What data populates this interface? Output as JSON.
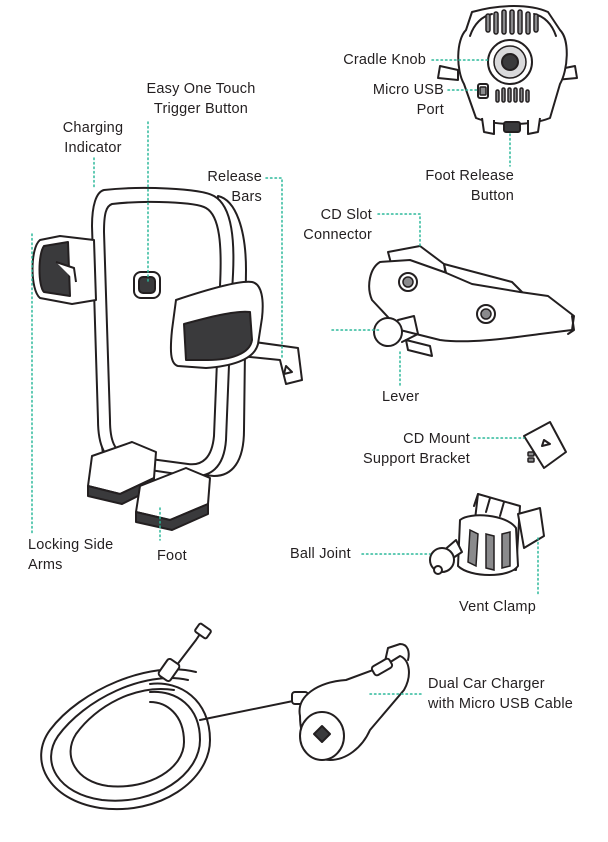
{
  "colors": {
    "line": "#231f20",
    "leader": "#2bb89a",
    "fill_dark": "#3a3a3c",
    "fill_mid": "#8a8a8c",
    "fill_light": "#d9d9db",
    "background": "#ffffff"
  },
  "labels": {
    "cradle_knob": "Cradle Knob",
    "micro_usb_port": [
      "Micro USB",
      "Port"
    ],
    "easy_one_touch": [
      "Easy One Touch",
      "Trigger Button"
    ],
    "charging_indicator": [
      "Charging",
      "Indicator"
    ],
    "release_bars": [
      "Release",
      "Bars"
    ],
    "foot_release_button": [
      "Foot Release",
      "Button"
    ],
    "cd_slot_connector": [
      "CD Slot",
      "Connector"
    ],
    "lever": "Lever",
    "cd_mount_support_bracket": [
      "CD Mount",
      "Support Bracket"
    ],
    "locking_side_arms": [
      "Locking Side",
      "Arms"
    ],
    "foot": "Foot",
    "ball_joint": "Ball Joint",
    "vent_clamp": "Vent Clamp",
    "dual_car_charger": [
      "Dual Car Charger",
      "with Micro USB Cable"
    ]
  }
}
